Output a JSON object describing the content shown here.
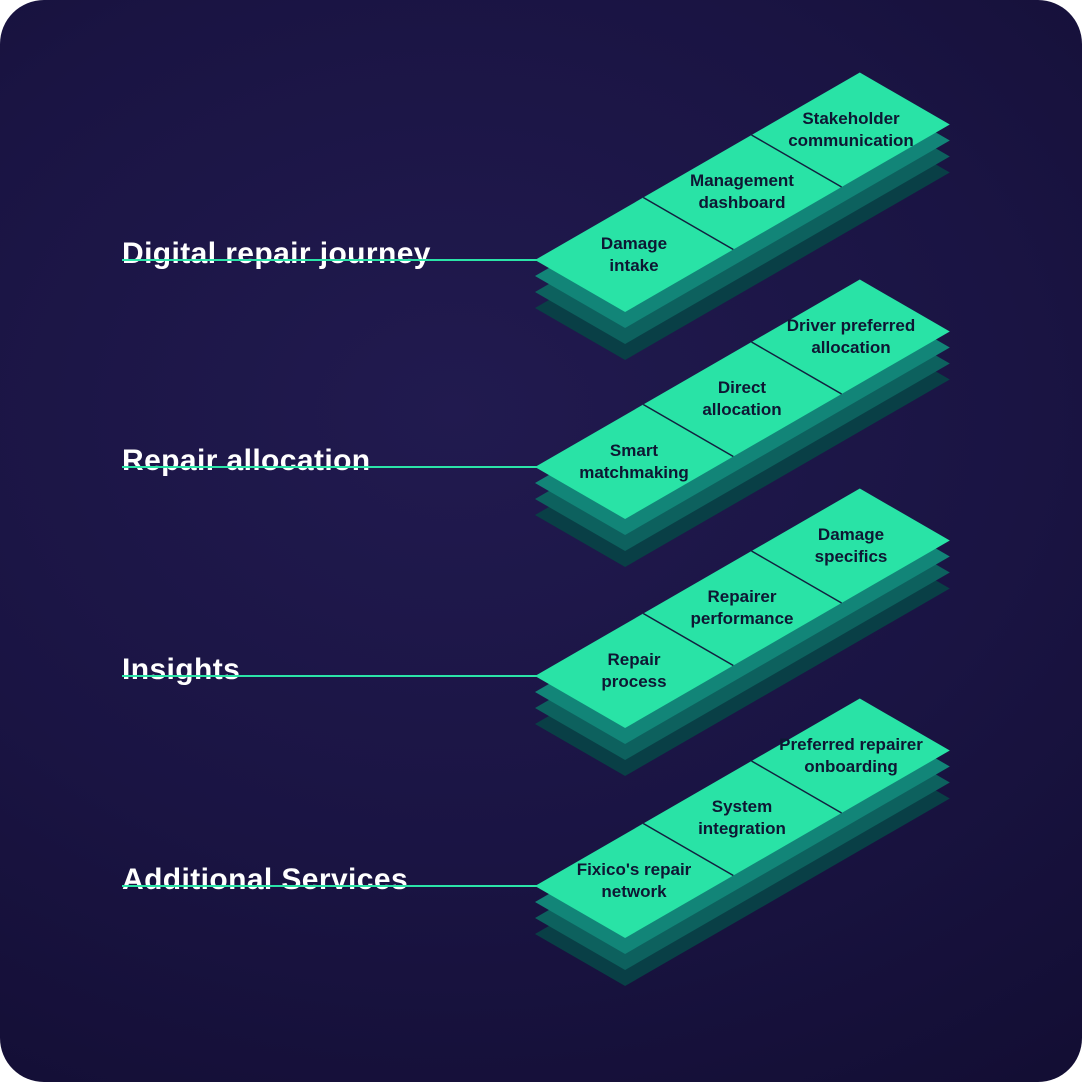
{
  "colors": {
    "background": "#1a1443",
    "tile_green": "#29e3a6",
    "shadow_layer_1": "#128578",
    "shadow_layer_2": "#0d615e",
    "shadow_layer_3": "#093f46",
    "connector_line": "#2be4a8",
    "tile_text": "#0e1733",
    "label_text": "#ffffff"
  },
  "sections": [
    {
      "label": "Digital repair journey",
      "tiles": [
        {
          "lines": [
            "Damage",
            "intake"
          ]
        },
        {
          "lines": [
            "Management",
            "dashboard"
          ]
        },
        {
          "lines": [
            "Stakeholder",
            "communication"
          ]
        }
      ]
    },
    {
      "label": "Repair allocation",
      "tiles": [
        {
          "lines": [
            "Smart",
            "matchmaking"
          ]
        },
        {
          "lines": [
            "Direct",
            "allocation"
          ]
        },
        {
          "lines": [
            "Driver preferred",
            "allocation"
          ]
        }
      ]
    },
    {
      "label": "Insights",
      "tiles": [
        {
          "lines": [
            "Repair",
            "process"
          ]
        },
        {
          "lines": [
            "Repairer",
            "performance"
          ]
        },
        {
          "lines": [
            "Damage",
            "specifics"
          ]
        }
      ]
    },
    {
      "label": "Additional Services",
      "tiles": [
        {
          "lines": [
            "Fixico's repair",
            "network"
          ]
        },
        {
          "lines": [
            "System",
            "integration"
          ]
        },
        {
          "lines": [
            "Preferred repairer",
            "onboarding"
          ]
        }
      ]
    }
  ]
}
